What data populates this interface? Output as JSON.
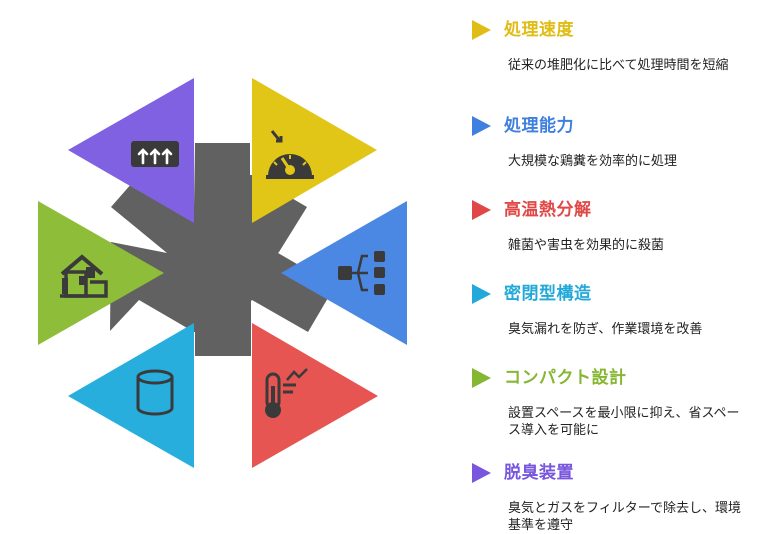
{
  "diagram": {
    "hub_color": "#616161",
    "segments": [
      {
        "name": "speed",
        "icon": "pressure-gauge-icon",
        "color": "#e2c617"
      },
      {
        "name": "capacity",
        "icon": "distribution-network-icon",
        "color": "#4a88e4"
      },
      {
        "name": "decomposition",
        "icon": "thermometer-icon",
        "color": "#e65552"
      },
      {
        "name": "sealed",
        "icon": "cylinder-icon",
        "color": "#27aedd"
      },
      {
        "name": "compact",
        "icon": "house-icon",
        "color": "#8ebd3a"
      },
      {
        "name": "deodorizer",
        "icon": "heat-vent-icon",
        "color": "#7f61e2"
      }
    ]
  },
  "items": [
    {
      "title": "処理速度",
      "color": "#e0bd14",
      "desc": "従来の堆肥化に比べて処理時間を短縮"
    },
    {
      "title": "処理能力",
      "color": "#3f7fdf",
      "desc": "大規模な鶏糞を効率的に処理"
    },
    {
      "title": "高温熱分解",
      "color": "#e04848",
      "desc": "雑菌や害虫を効果的に殺菌"
    },
    {
      "title": "密閉型構造",
      "color": "#23a9d9",
      "desc": "臭気漏れを防ぎ、作業環境を改善"
    },
    {
      "title": "コンパクト設計",
      "color": "#86b732",
      "desc": "設置スペースを最小限に抑え、省スペース導入を可能に"
    },
    {
      "title": "脱臭装置",
      "color": "#7856dd",
      "desc": "臭気とガスをフィルターで除去し、環境基準を遵守"
    }
  ]
}
